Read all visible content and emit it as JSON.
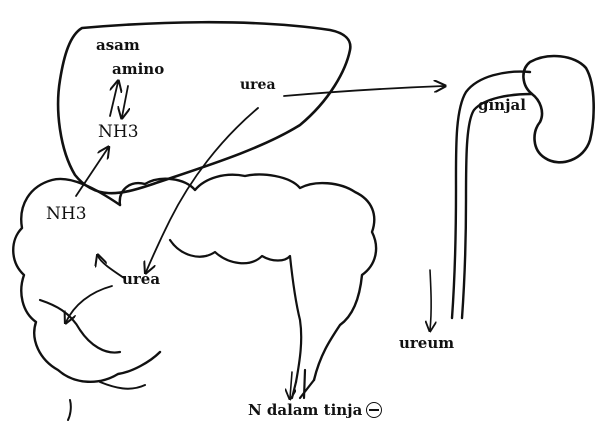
{
  "diagram": {
    "labels": {
      "asam": "asam",
      "amino": "amino",
      "nh3_top": "NH3",
      "nh3_left": "NH3",
      "urea_liver": "urea",
      "urea_intestine": "urea",
      "ginjal": "ginjal",
      "ureum": "ureum",
      "n_dalam_tinja": "N dalam tinja"
    },
    "icons": {
      "negative_sign": "minus-in-circle-icon"
    },
    "colors": {
      "ink": "#111111",
      "background": "#ffffff"
    }
  }
}
